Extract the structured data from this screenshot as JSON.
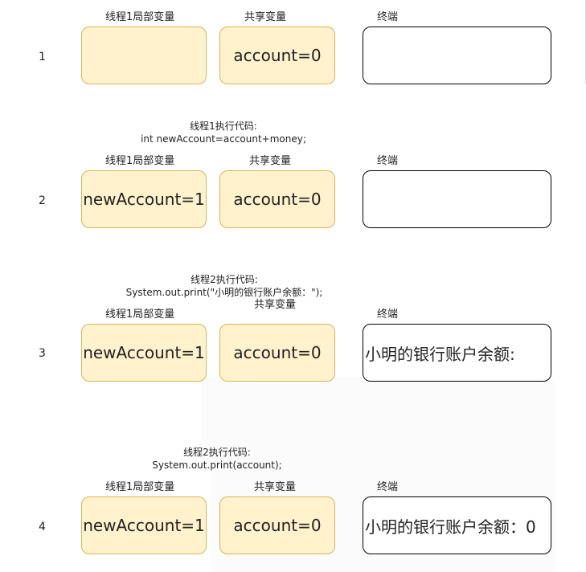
{
  "headers": {
    "local": "线程1局部变量",
    "shared": "共享变量",
    "terminal": "终端"
  },
  "steps": [
    {
      "num": "1",
      "code_title": "",
      "code_line": "",
      "local": "",
      "shared": "account=0",
      "terminal": ""
    },
    {
      "num": "2",
      "code_title": "线程1执行代码:",
      "code_line": "int newAccount=account+money;",
      "local": "newAccount=1",
      "shared": "account=0",
      "terminal": ""
    },
    {
      "num": "3",
      "code_title": "线程2执行代码:",
      "code_line": "System.out.print(\"小明的银行账户余额：\");",
      "local": "newAccount=1",
      "shared": "account=0",
      "terminal": "小明的银行账户余额:"
    },
    {
      "num": "4",
      "code_title": "线程2执行代码:",
      "code_line": "System.out.print(account);",
      "local": "newAccount=1",
      "shared": "account=0",
      "terminal": "小明的银行账户余额：0"
    }
  ],
  "colors": {
    "local_fill": "#fff2cc",
    "local_stroke": "#d6b656",
    "terminal_stroke": "#000000"
  }
}
